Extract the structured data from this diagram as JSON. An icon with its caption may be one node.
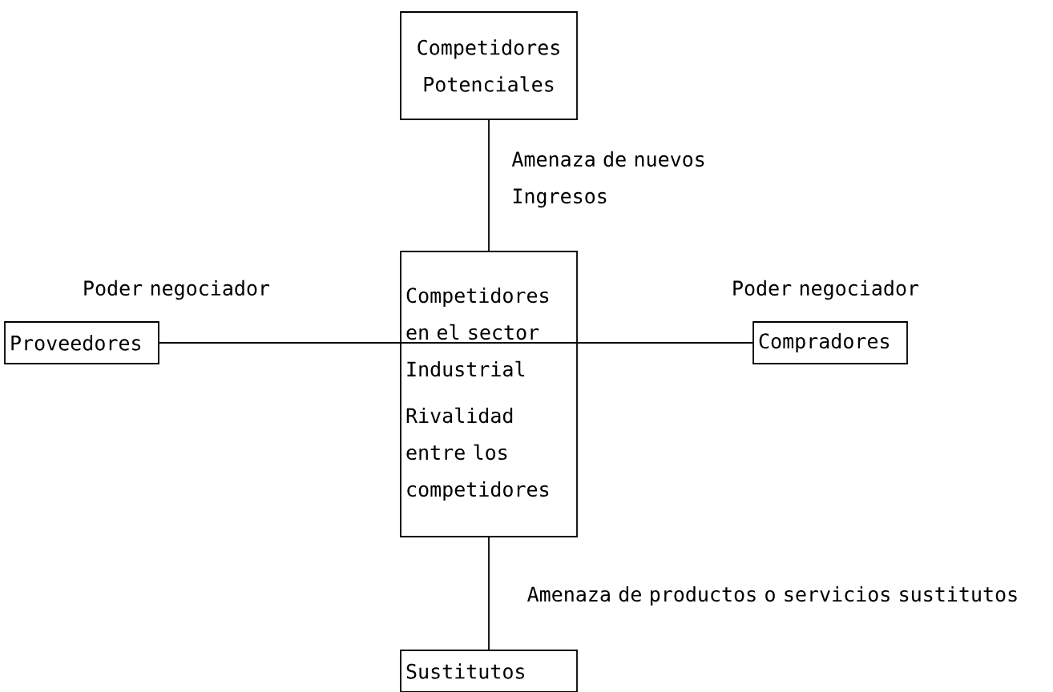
{
  "diagram": {
    "nodes": [
      {
        "text": [
          "Competidores Potenciales"
        ]
      },
      {
        "text": [
          "Proveedores"
        ]
      },
      {
        "text": [
          "Competidores en el sector Industrial",
          "Rivalidad entre los competidores"
        ]
      },
      {
        "text": [
          "Compradores"
        ]
      },
      {
        "text": [
          "Sustitutos"
        ]
      }
    ],
    "edges": [
      {
        "from": 0,
        "to": 2,
        "arrow": "none",
        "label": "Amenaza de nuevos Ingresos"
      },
      {
        "from": 1,
        "to": 2,
        "arrow": "none",
        "label": "Poder negociador"
      },
      {
        "from": 3,
        "to": 2,
        "arrow": "none",
        "label": "Poder negociador"
      },
      {
        "from": 4,
        "to": 2,
        "arrow": "none",
        "label": "Amenaza de productos o servicios sustitutos"
      }
    ]
  }
}
